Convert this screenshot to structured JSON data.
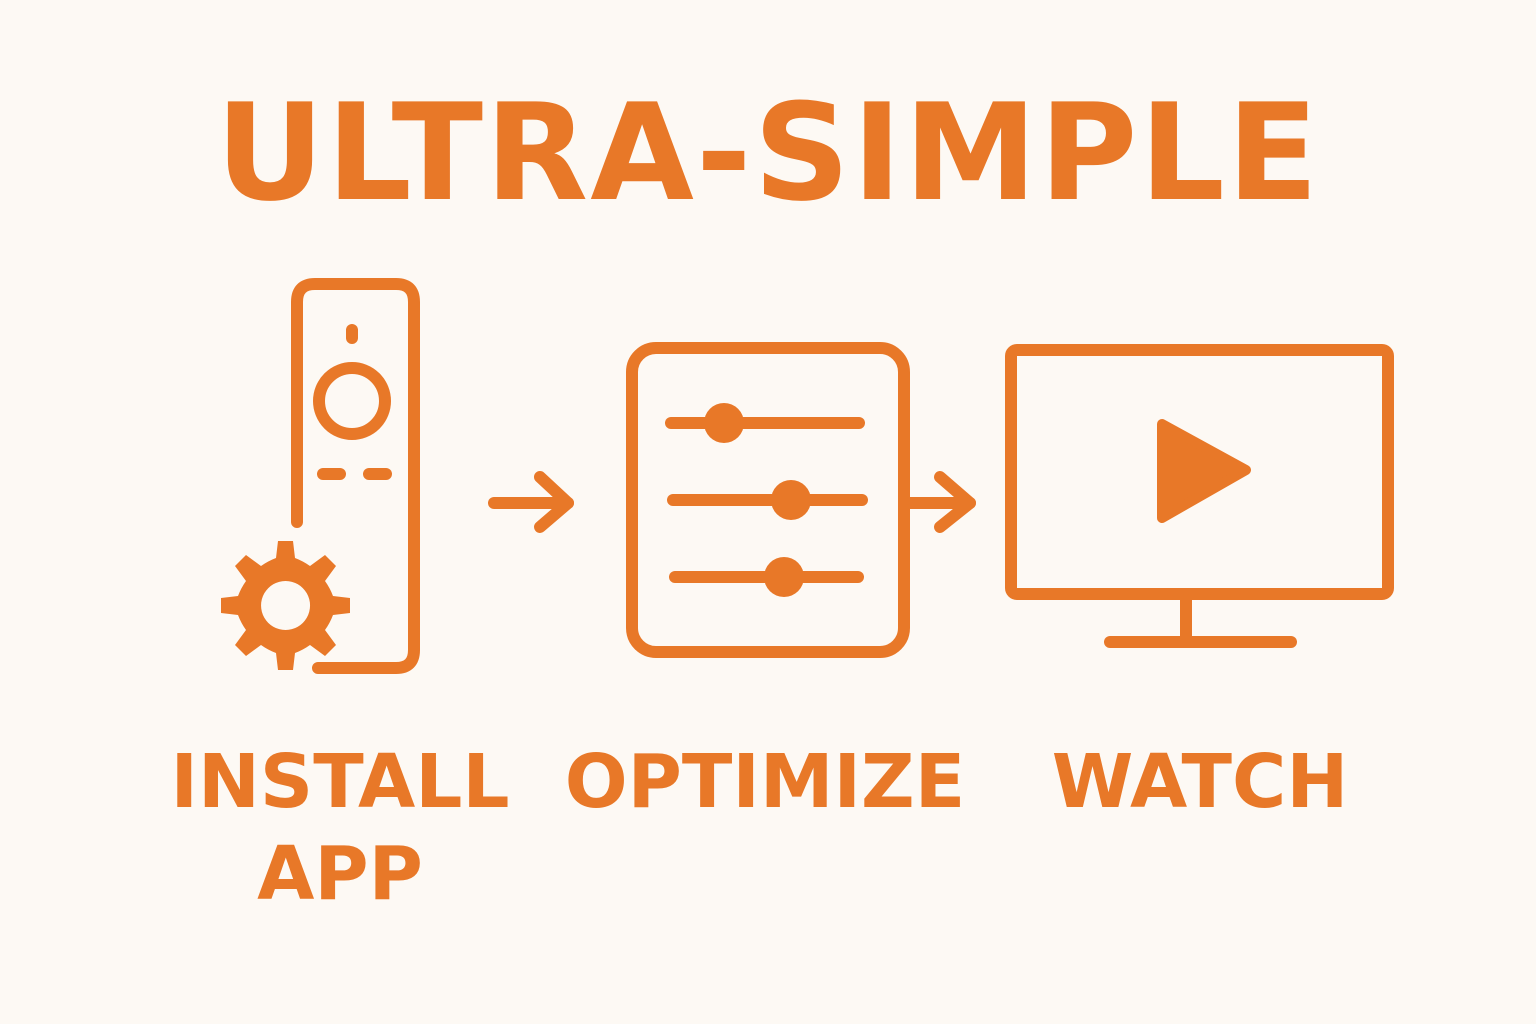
{
  "title": "ULTRA-SIMPLE",
  "colors": {
    "background": "#FDF9F4",
    "accent": "#E87828"
  },
  "steps": [
    {
      "icon": "remote-with-gear-icon",
      "label_lines": [
        "INSTALL",
        "APP"
      ]
    },
    {
      "icon": "sliders-panel-icon",
      "label_lines": [
        "OPTIMIZE"
      ]
    },
    {
      "icon": "tv-play-icon",
      "label_lines": [
        "WATCH"
      ]
    }
  ],
  "connectors": [
    "arrow-right-icon",
    "arrow-right-icon"
  ]
}
